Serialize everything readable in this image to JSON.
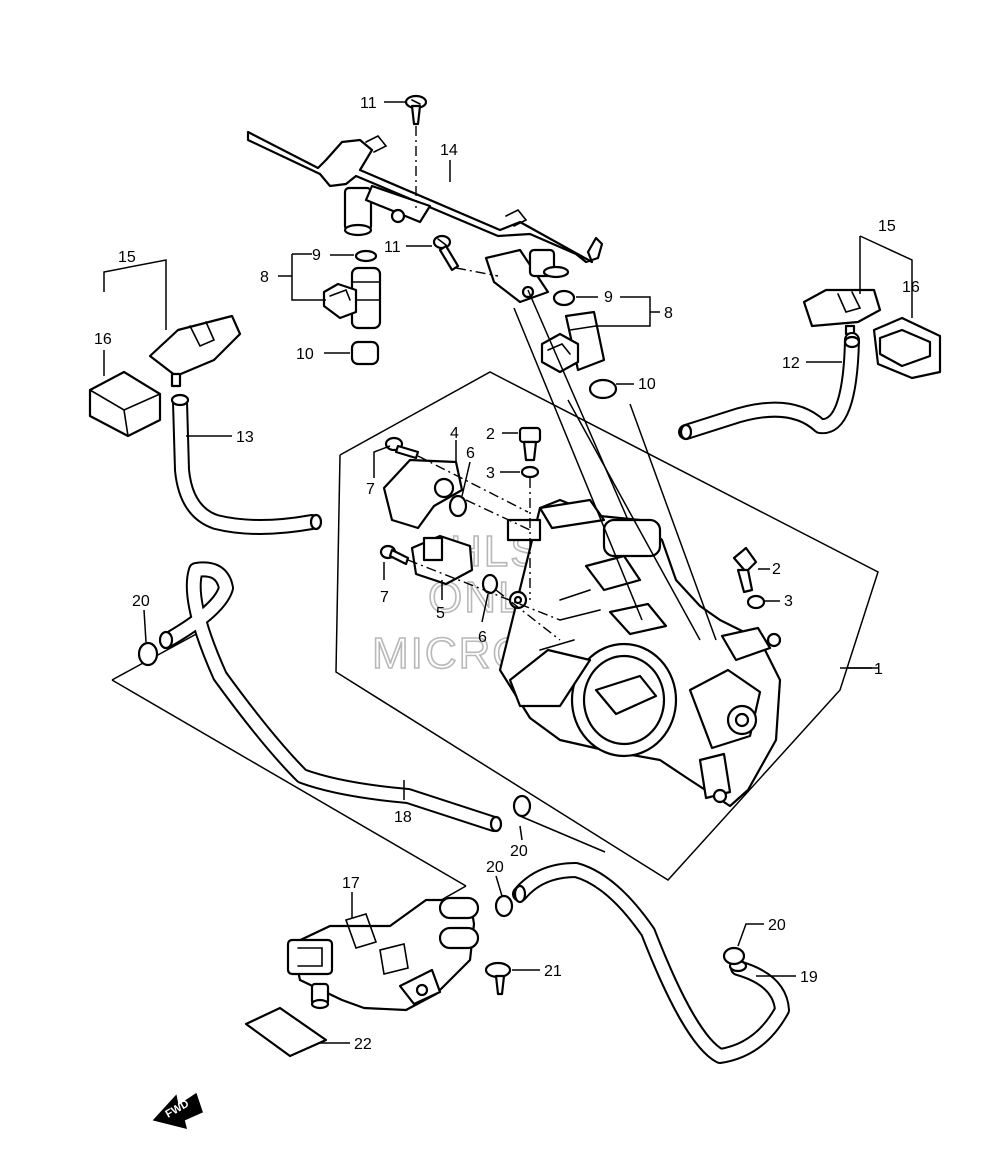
{
  "callouts": {
    "c1": "1",
    "c2a": "2",
    "c2b": "2",
    "c3a": "3",
    "c3b": "3",
    "c4": "4",
    "c5": "5",
    "c6a": "6",
    "c6b": "6",
    "c7a": "7",
    "c7b": "7",
    "c8a": "8",
    "c8b": "8",
    "c9a": "9",
    "c9b": "9",
    "c10a": "10",
    "c10b": "10",
    "c11a": "11",
    "c11b": "11",
    "c12": "12",
    "c13": "13",
    "c14": "14",
    "c15a": "15",
    "c15b": "15",
    "c16a": "16",
    "c16b": "16",
    "c17": "17",
    "c18": "18",
    "c19": "19",
    "c20a": "20",
    "c20b": "20",
    "c20c": "20",
    "c20d": "20",
    "c21": "21",
    "c22": "22"
  },
  "watermark": {
    "line1": "HLSM",
    "line2": "ONLINE",
    "line3": "MICROFICHE"
  },
  "fwd_label": "FWD"
}
